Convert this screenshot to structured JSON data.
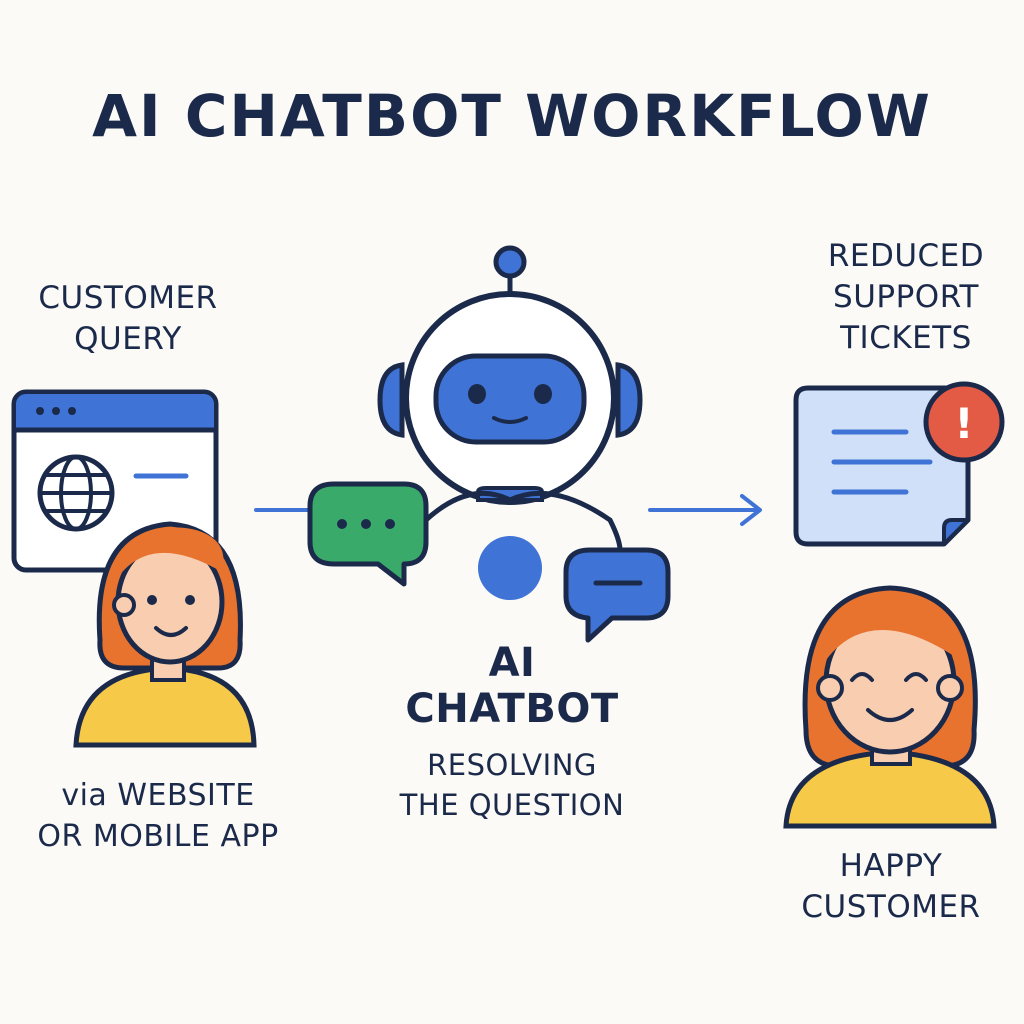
{
  "title": "AI CHATBOT WORKFLOW",
  "left": {
    "heading": [
      "CUSTOMER",
      "QUERY"
    ],
    "caption": [
      "via WEBSITE",
      "OR MOBILE APP"
    ]
  },
  "center": {
    "heading": [
      "AI",
      "CHATBOT"
    ],
    "caption": [
      "RESOLVING",
      "THE QUESTION"
    ]
  },
  "right": {
    "heading": [
      "REDUCED",
      "SUPPORT",
      "TICKETS"
    ],
    "caption": [
      "HAPPY",
      "CUSTOMER"
    ],
    "alert_symbol": "!"
  },
  "colors": {
    "navy": "#1b2a4a",
    "blue": "#3f74d6",
    "light_blue": "#cfe0f8",
    "green": "#3aaa6a",
    "red": "#e35a45",
    "hair": "#e8732f",
    "skin": "#f8cdb0",
    "shirt": "#f7c948"
  },
  "icons": [
    "browser-window-icon",
    "globe-icon",
    "robot-icon",
    "chat-bubble-dots-icon",
    "chat-bubble-line-icon",
    "document-icon",
    "alert-icon",
    "arrow-right-icon",
    "customer-avatar",
    "happy-customer-avatar"
  ]
}
